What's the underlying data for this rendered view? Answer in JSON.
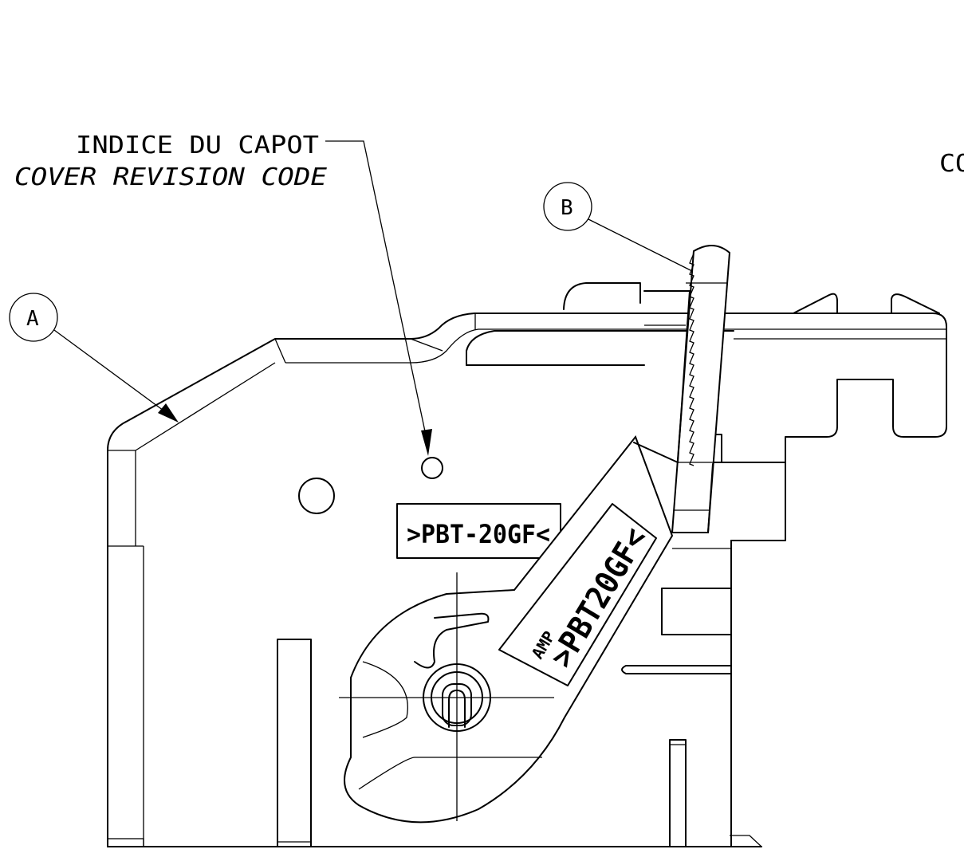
{
  "callouts": {
    "cover_revision_fr": "INDICE DU CAPOT",
    "cover_revision_en": "COVER REVISION CODE",
    "cut_label": "CO"
  },
  "balloons": {
    "a": "A",
    "b": "B"
  },
  "markings": {
    "part_label": ">PBT-20GF<",
    "lever_label": ">PBT20GF<",
    "lever_brand": "AMP"
  }
}
